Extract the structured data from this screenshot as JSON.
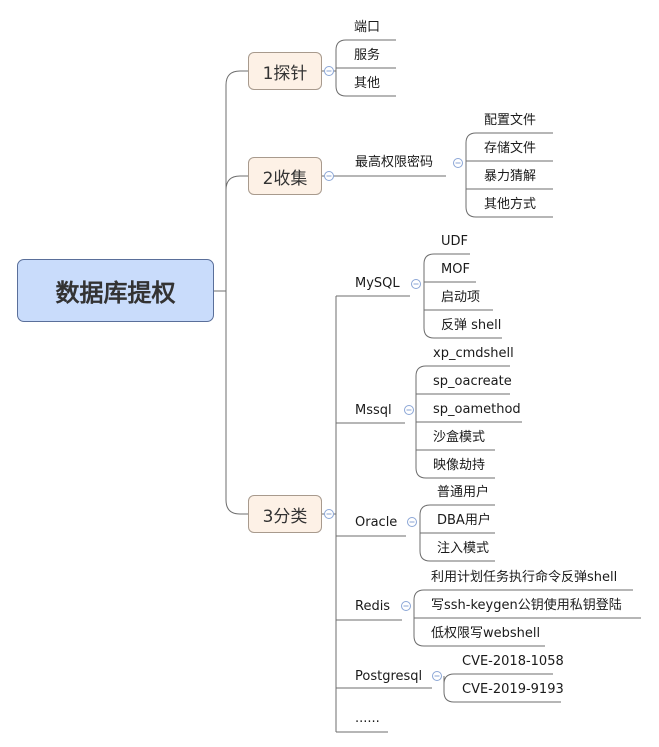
{
  "root": "数据库提权",
  "main": {
    "probe": "1探针",
    "collect": "2收集",
    "classify": "3分类"
  },
  "probe_items": [
    "端口",
    "服务",
    "其他"
  ],
  "collect": {
    "topic": "最高权限密码",
    "items": [
      "配置文件",
      "存储文件",
      "暴力猜解",
      "其他方式"
    ]
  },
  "mysql": {
    "label": "MySQL",
    "items": [
      "UDF",
      "MOF",
      "启动项",
      "反弹 shell"
    ]
  },
  "mssql": {
    "label": "Mssql",
    "items": [
      "xp_cmdshell",
      "sp_oacreate",
      "sp_oamethod",
      "沙盒模式",
      "映像劫持"
    ]
  },
  "oracle": {
    "label": "Oracle",
    "items": [
      "普通用户",
      "DBA用户",
      "注入模式"
    ]
  },
  "redis": {
    "label": "Redis",
    "items": [
      "利用计划任务执行命令反弹shell",
      "写ssh-keygen公钥使用私钥登陆",
      "低权限写webshell"
    ]
  },
  "postgresql": {
    "label": "Postgresql",
    "items": [
      "CVE-2018-1058",
      "CVE-2019-9193"
    ]
  },
  "more": "......"
}
